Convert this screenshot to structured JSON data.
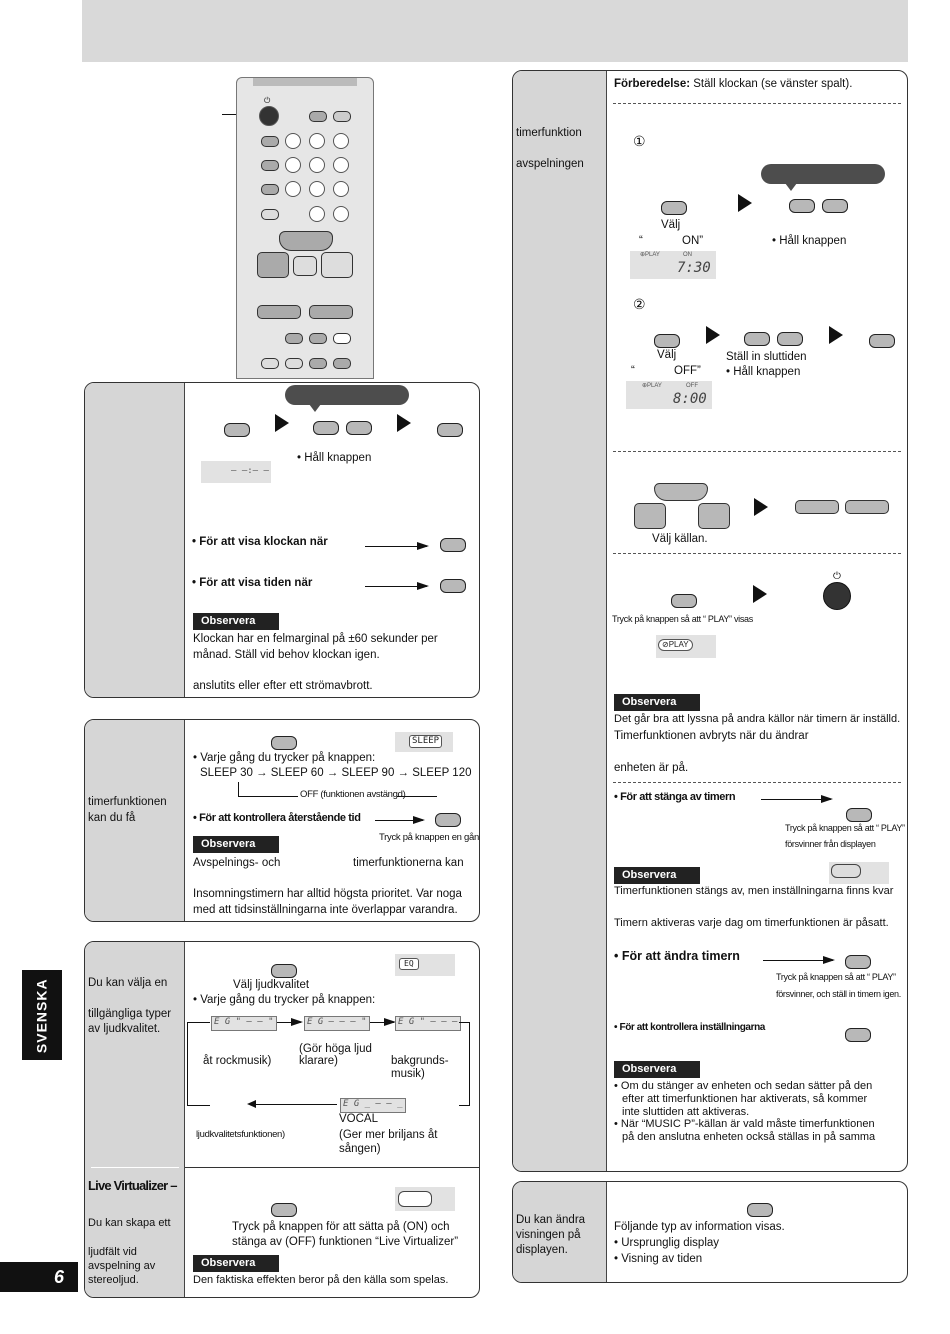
{
  "page": {
    "number": "6",
    "side_label": "SVENSKA"
  },
  "clock": {
    "hold": "• Håll knappen",
    "display": "– –:– –",
    "show_clock": "• För  att  visa  klockan  när",
    "show_time": "• För  att  visa  tiden  när",
    "obs_label": "Observera",
    "note1": "Klockan har en felmarginal på ±60 sekunder per",
    "note2": "månad. Ställ vid behov klockan igen.",
    "note3": "anslutits eller efter ett strömavbrott."
  },
  "sleep": {
    "sidebar1": "timerfunktionen",
    "sidebar2": "kan du få",
    "lcd": "SLEEP",
    "each_press": "• Varje gång du trycker på knappen:",
    "sequence": "SLEEP 30 → SLEEP 60 → SLEEP 90 → SLEEP 120",
    "off_label": "OFF (funktionen avstängd)",
    "check": "• För att kontrollera återstående tid",
    "press_once": "Tryck på knappen en gång",
    "obs_label": "Observera",
    "note_a": "Avspelnings-  och",
    "note_b": "timerfunktionerna  kan",
    "note2": "Insomningstimern har alltid högsta prioritet. Var noga",
    "note3": "med att tidsinställningarna inte överlappar varandra."
  },
  "eq": {
    "sidebar1": "Du kan välja en",
    "sidebar2": "tillgängliga typer",
    "sidebar3": "av ljudkvalitet.",
    "lcd": "EQ",
    "choose": "Välj ljudkvalitet",
    "each_press": "• Varje gång du trycker på knappen:",
    "lcd1": "E G  \" – – \"",
    "lcd2": "E G  – – – \"",
    "lcd3": "E G  \" – – –",
    "lcd4": "E G  _ – – _",
    "label1": "åt rockmusik)",
    "label2a": "(Gör höga ljud",
    "label2b": "klarare)",
    "label3a": "bakgrunds-",
    "label3b": "musik)",
    "vocal": "VOCAL",
    "vocal_desc1": "(Ger mer briljans åt",
    "vocal_desc2": "sången)",
    "off_desc": "ljudkvalitetsfunktionen)"
  },
  "virtualizer": {
    "title": "Live Virtualizer –",
    "sidebar1": "Du kan skapa ett",
    "sidebar2": "ljudfält vid",
    "sidebar3": "avspelning av",
    "sidebar4": "stereoljud.",
    "press": "Tryck  på  knappen  för  att  sätta  på  (ON)  och",
    "press2": "stänga av (OFF) funktionen “Live Virtualizer”",
    "obs_label": "Observera",
    "note": "Den faktiska effekten beror på den källa som spelas."
  },
  "timer": {
    "sidebar1": "timerfunktion",
    "sidebar2": "avspelningen",
    "prep_bold": "Förberedelse:",
    "prep": " Ställ klockan (se vänster spalt).",
    "step1": "①",
    "select": "Välj",
    "on_quote_open": "“",
    "on": "ON”",
    "hold": "• Håll knappen",
    "lcd_play": "⊕PLAY",
    "lcd_on": "ON",
    "lcd_time1": "7:30",
    "step2": "②",
    "select2": "Välj",
    "off_quote_open": "“",
    "off": "OFF”",
    "set_end": "Ställ in sluttiden",
    "hold2": "• Håll knappen",
    "lcd_off": "OFF",
    "lcd_time2": "8:00",
    "choose_source": "Välj källan.",
    "press_play": "Tryck på knappen så att “    PLAY” visas",
    "play_lcd": "⊘PLAY",
    "obs_label": "Observera",
    "note1": "Det går bra att lyssna på andra källor när timern är inställd.",
    "note2": "Timerfunktionen     avbryts     när     du     ändrar",
    "note3": "enheten är på.",
    "turn_off": "• För att stänga av timern",
    "turn_off_desc1": "Tryck på knappen så att “    PLAY”",
    "turn_off_desc2": "försvinner från displayen",
    "obs_label2": "Observera",
    "note4": "Timerfunktionen stängs av, men inställningarna finns kvar",
    "note5": "Timern aktiveras varje dag om timerfunktionen är påsatt.",
    "change": "• För att ändra timern",
    "change_desc1": "Tryck  på  knappen  så  att  “    PLAY”",
    "change_desc2": "försvinner, och ställ in timern igen.",
    "check_settings": "• För att kontrollera inställningarna",
    "obs_label3": "Observera",
    "note6a": "• Om du stänger av enheten och sedan sätter på den",
    "note6b": "efter  att  timerfunktionen  har  aktiverats,  så  kommer",
    "note6c": "inte sluttiden att aktiveras.",
    "note7a": "• När “MUSIC P”-källan är vald måste timerfunktionen",
    "note7b": "på den anslutna enheten också ställas in på samma"
  },
  "display": {
    "sidebar1": "Du kan ändra",
    "sidebar2": "visningen på",
    "sidebar3": "displayen.",
    "following": "Följande typ av information visas.",
    "item1": "• Ursprunglig display",
    "item2": "• Visning av tiden"
  }
}
